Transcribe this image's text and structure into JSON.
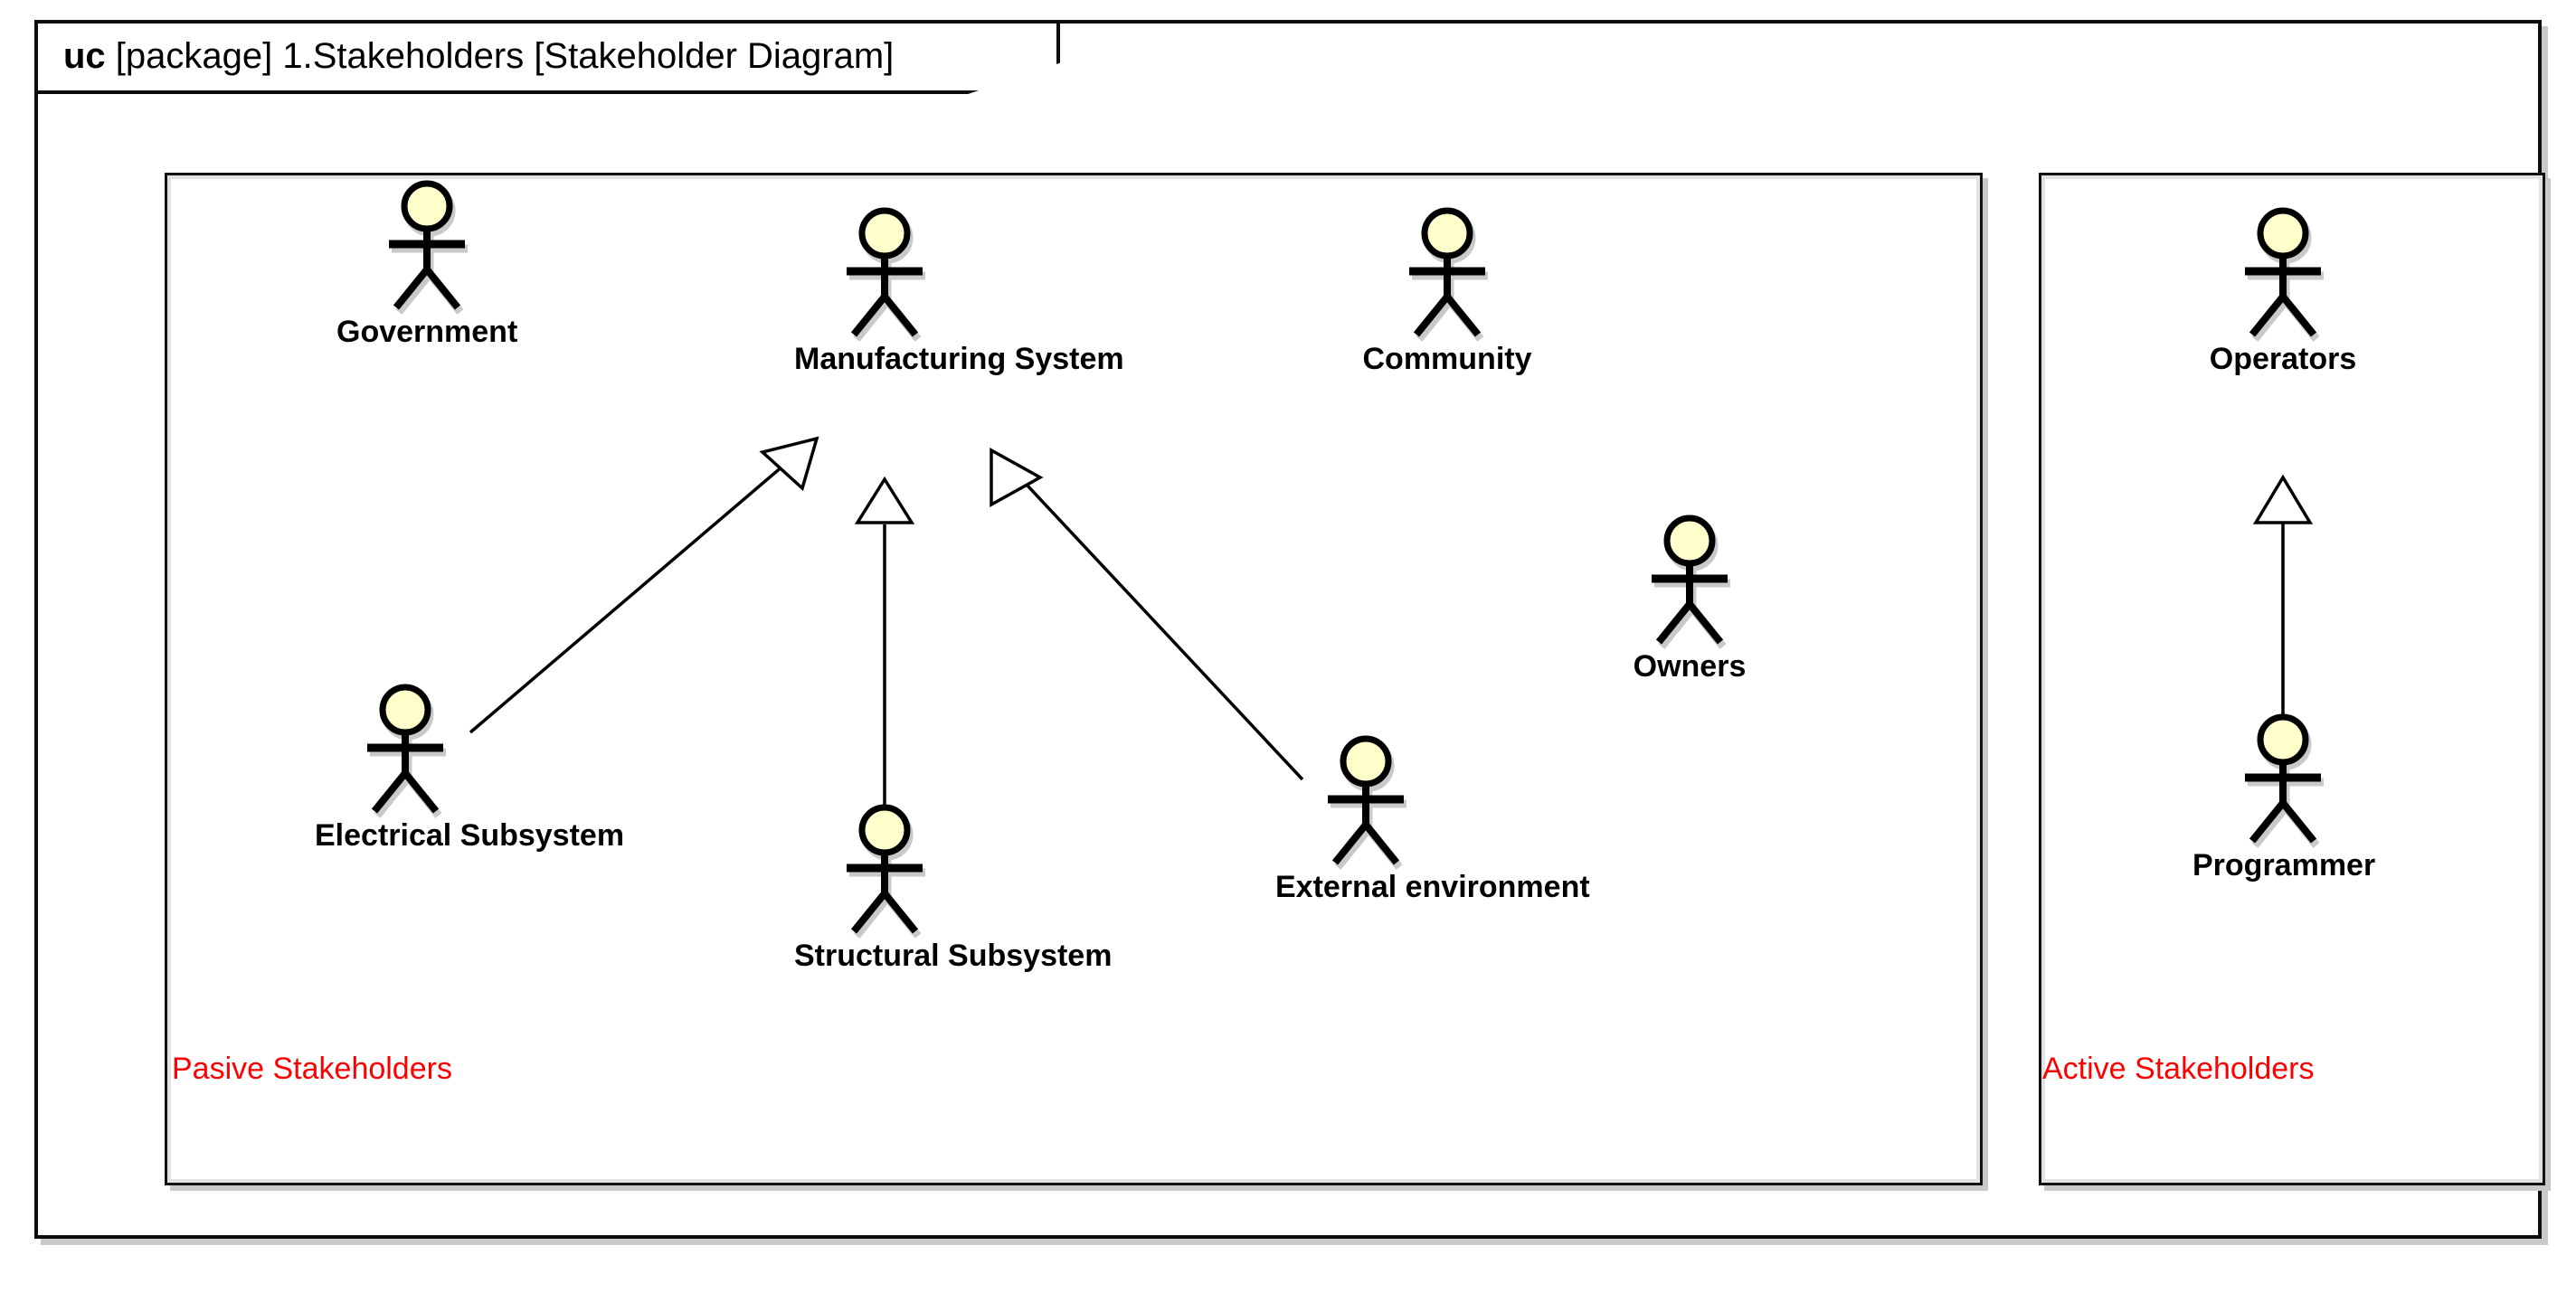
{
  "frame": {
    "keyword": "uc",
    "title_rest": " [package] 1.Stakeholders [Stakeholder Diagram]",
    "full_title": "uc [package] 1.Stakeholders [Stakeholder Diagram]"
  },
  "colors": {
    "actor_head_fill": "#FFFFCC",
    "actor_stroke": "#000000",
    "note_text": "#FF0000",
    "panel_border": "#111111",
    "frame_border": "#0D0D0D",
    "shadow": "#C9C9C9",
    "canvas": "#FFFFFF"
  },
  "panels": [
    {
      "id": "passive",
      "note": "Pasive Stakeholders"
    },
    {
      "id": "active",
      "note": "Active Stakeholders"
    }
  ],
  "actors": [
    {
      "id": "government",
      "label": "Government",
      "panel": "passive"
    },
    {
      "id": "manufacturing-system",
      "label": "Manufacturing System",
      "panel": "passive"
    },
    {
      "id": "community",
      "label": "Community",
      "panel": "passive"
    },
    {
      "id": "electrical-subsystem",
      "label": "Electrical Subsystem",
      "panel": "passive"
    },
    {
      "id": "structural-subsystem",
      "label": "Structural Subsystem",
      "panel": "passive"
    },
    {
      "id": "external-environment",
      "label": "External environment",
      "panel": "passive"
    },
    {
      "id": "owners",
      "label": "Owners",
      "panel": "passive"
    },
    {
      "id": "operators",
      "label": "Operators",
      "panel": "active"
    },
    {
      "id": "programmer",
      "label": "Programmer",
      "panel": "active"
    }
  ],
  "relationships": [
    {
      "type": "generalization",
      "source": "electrical-subsystem",
      "target": "manufacturing-system"
    },
    {
      "type": "generalization",
      "source": "structural-subsystem",
      "target": "manufacturing-system"
    },
    {
      "type": "generalization",
      "source": "external-environment",
      "target": "manufacturing-system"
    },
    {
      "type": "generalization",
      "source": "programmer",
      "target": "operators"
    }
  ]
}
